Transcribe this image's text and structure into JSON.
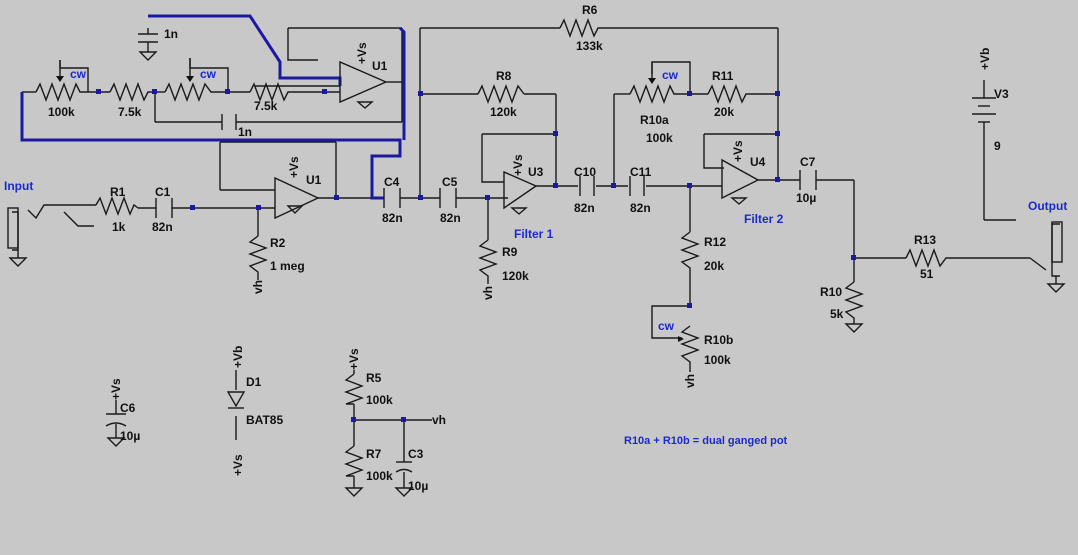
{
  "labels": {
    "input": "Input",
    "output": "Output",
    "filter1": "Filter 1",
    "filter2": "Filter 2",
    "note": "R10a + R10b = dual ganged pot",
    "cw": "cw",
    "vs": "+Vs",
    "vb": "+Vb",
    "vh": "vh"
  },
  "components": {
    "R1": {
      "name": "R1",
      "value": "1k"
    },
    "C1": {
      "name": "C1",
      "value": "82n"
    },
    "R2": {
      "name": "R2",
      "value": "1 meg"
    },
    "U1": {
      "name": "U1"
    },
    "U1b": {
      "name": "U1"
    },
    "Ctop": {
      "value": "1n"
    },
    "Cmid": {
      "value": "1n"
    },
    "P1": {
      "value": "100k"
    },
    "R75a": {
      "value": "7.5k"
    },
    "R75b": {
      "value": "7.5k"
    },
    "C4": {
      "name": "C4",
      "value": "82n"
    },
    "C5": {
      "name": "C5",
      "value": "82n"
    },
    "R6": {
      "name": "R6",
      "value": "133k"
    },
    "R8": {
      "name": "R8",
      "value": "120k"
    },
    "U3": {
      "name": "U3"
    },
    "R9": {
      "name": "R9",
      "value": "120k"
    },
    "C10": {
      "name": "C10",
      "value": "82n"
    },
    "C11": {
      "name": "C11",
      "value": "82n"
    },
    "R10a": {
      "name": "R10a",
      "value": "100k"
    },
    "R11": {
      "name": "R11",
      "value": "20k"
    },
    "U4": {
      "name": "U4"
    },
    "R12": {
      "name": "R12",
      "value": "20k"
    },
    "R10b": {
      "name": "R10b",
      "value": "100k"
    },
    "C7": {
      "name": "C7",
      "value": "10µ"
    },
    "R10": {
      "name": "R10",
      "value": "5k"
    },
    "R13": {
      "name": "R13",
      "value": "51"
    },
    "V3": {
      "name": "V3",
      "value": "9"
    },
    "C6": {
      "name": "C6",
      "value": "10µ"
    },
    "D1": {
      "name": "D1",
      "value": "BAT85"
    },
    "R5": {
      "name": "R5",
      "value": "100k"
    },
    "R7": {
      "name": "R7",
      "value": "100k"
    },
    "C3": {
      "name": "C3",
      "value": "10µ"
    }
  }
}
